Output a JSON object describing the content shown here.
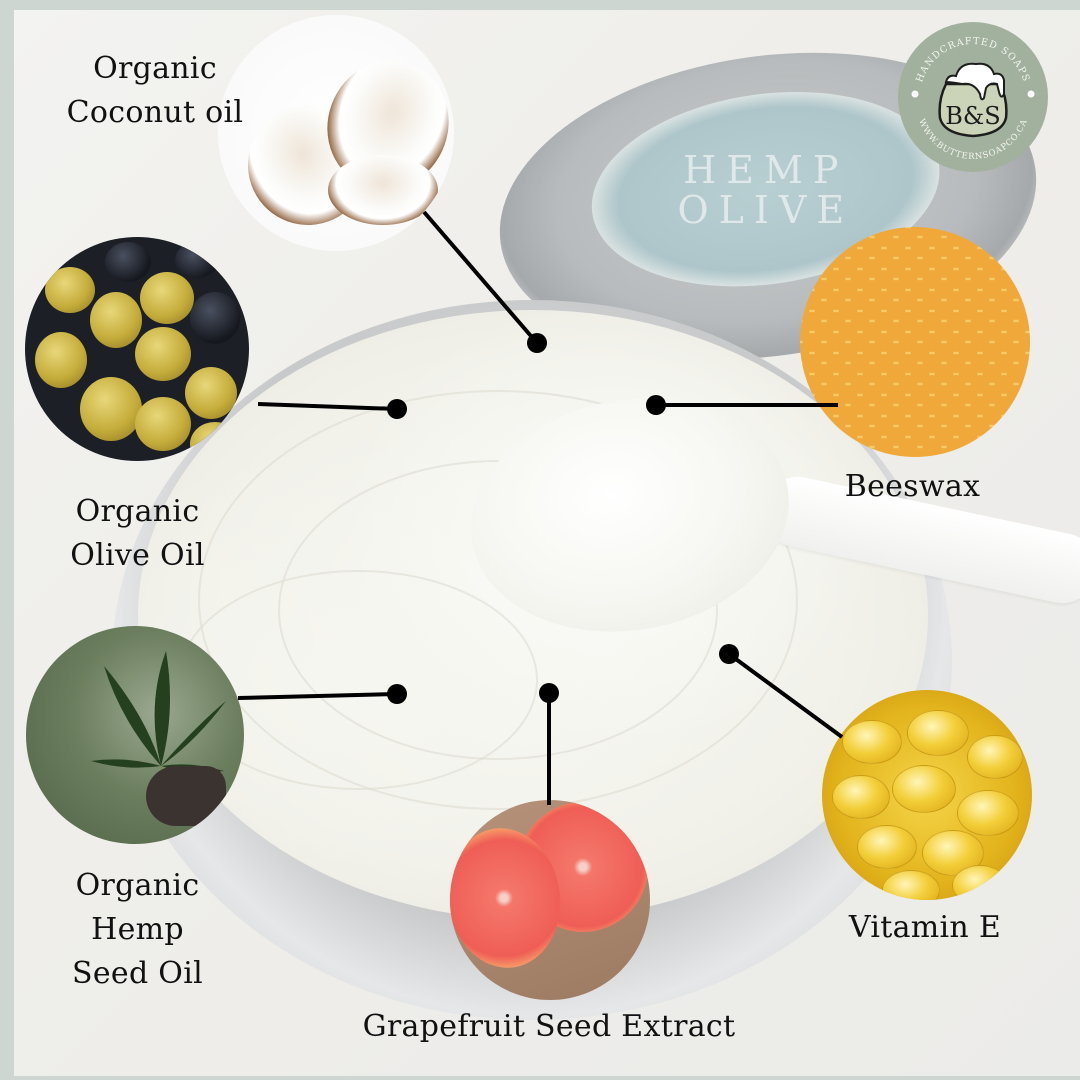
{
  "brand": {
    "logo_text": "B&S",
    "logo_top_text": "HANDCRAFTED SOAPS",
    "logo_bottom_text": "WWW.BUTTERNSOAPCO.CA",
    "logo_color": "#a2b19d",
    "frame_color": "#cdd6d1"
  },
  "product": {
    "lid_text_line1": "HEMP",
    "lid_text_line2": "OLIVE"
  },
  "ingredients": [
    {
      "id": "coconut",
      "label_line1": "Organic",
      "label_line2": "Coconut oil",
      "label_line3": ""
    },
    {
      "id": "olive",
      "label_line1": "Organic",
      "label_line2": "Olive Oil",
      "label_line3": ""
    },
    {
      "id": "beeswax",
      "label_line1": "Beeswax",
      "label_line2": "",
      "label_line3": ""
    },
    {
      "id": "hemp",
      "label_line1": "Organic",
      "label_line2": "Hemp",
      "label_line3": "Seed Oil"
    },
    {
      "id": "grapefruit",
      "label_line1": "Grapefruit Seed Extract",
      "label_line2": "",
      "label_line3": ""
    },
    {
      "id": "vitamin-e",
      "label_line1": "Vitamin E",
      "label_line2": "",
      "label_line3": ""
    }
  ],
  "connector_color": "#000000"
}
